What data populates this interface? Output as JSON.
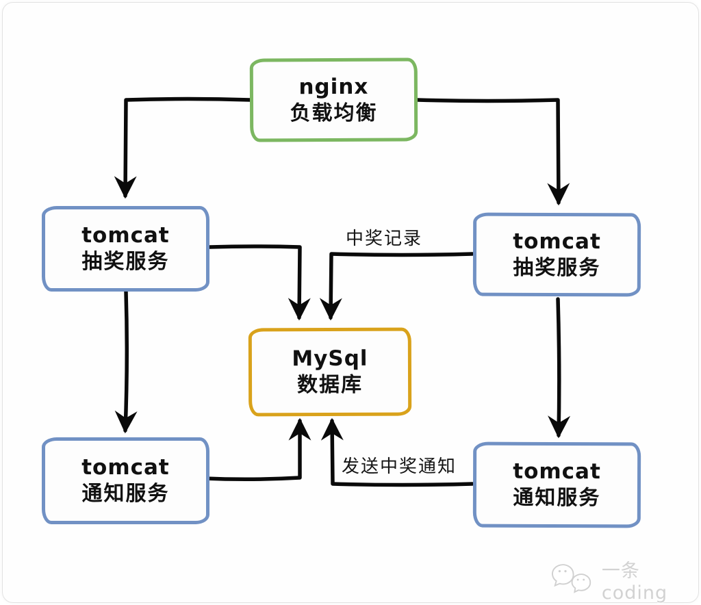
{
  "diagram": {
    "title_hint": "nginx load-balanced lottery service architecture",
    "nodes": {
      "nginx": {
        "line1": "nginx",
        "line2": "负载均衡"
      },
      "tomcat_lottery_left": {
        "line1": "tomcat",
        "line2": "抽奖服务"
      },
      "tomcat_lottery_right": {
        "line1": "tomcat",
        "line2": "抽奖服务"
      },
      "mysql": {
        "line1": "MySql",
        "line2": "数据库"
      },
      "tomcat_notify_left": {
        "line1": "tomcat",
        "line2": "通知服务"
      },
      "tomcat_notify_right": {
        "line1": "tomcat",
        "line2": "通知服务"
      }
    },
    "edge_labels": {
      "winning_record": "中奖记录",
      "send_winning_notice": "发送中奖通知"
    },
    "colors": {
      "nginx_border": "#7cb761",
      "tomcat_border": "#7191c4",
      "mysql_border": "#d9a21b",
      "arrow": "#0a0a0a",
      "watermark": "#d2d2d2"
    }
  },
  "watermark": {
    "text": "一条coding",
    "icon": "wechat-chat-bubbles"
  }
}
